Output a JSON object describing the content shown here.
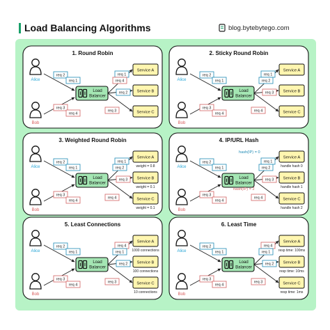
{
  "header": {
    "title": "Load Balancing Algorithms",
    "site": "blog.bytebytego.com",
    "logo_icon": "notebook-icon",
    "accent_color": "#1aa06a"
  },
  "colors": {
    "panel_bg": "#b7f3c6",
    "card_bg": "#ffffff",
    "lb_fill": "#a4e6b3",
    "service_fill": "#fff6b0",
    "req_blue": "#1f8bb5",
    "req_red": "#d26262",
    "user_blue": "#28a6d6",
    "user_red": "#d85b5b"
  },
  "common": {
    "users": [
      "Alice",
      "Bob"
    ],
    "lb_label": [
      "Load",
      "Balancer"
    ],
    "services": [
      "Service A",
      "Service B",
      "Service C"
    ]
  },
  "panels": [
    {
      "title": "1. Round Robin",
      "requests_in": [
        "req 2",
        "req 1",
        "req 3",
        "req 4"
      ],
      "requests_out": [
        "req 1",
        "req 4",
        "req 2",
        "req 3"
      ],
      "service_notes": [],
      "extras": []
    },
    {
      "title": "2. Sticky Round Robin",
      "requests_in": [
        "req 2",
        "req 1",
        "req 3",
        "req 4"
      ],
      "requests_out": [
        "req 1",
        "req 2",
        "req 3",
        "req 4"
      ],
      "service_notes": [],
      "extras": []
    },
    {
      "title": "3. Weighted Round Robin",
      "requests_in": [
        "req 2",
        "req 1",
        "req 3",
        "req 4"
      ],
      "requests_out": [
        "req 1",
        "req 2",
        "req 3",
        "req 4"
      ],
      "service_notes": [
        "weight = 0.8",
        "weight = 0.1",
        "weight = 0.1"
      ],
      "extras": []
    },
    {
      "title": "4. IP/URL Hash",
      "requests_in": [
        "req 2",
        "req 1",
        "req 3",
        "req 4"
      ],
      "requests_out": [
        "req 1",
        "req 2",
        "req 3",
        "req 4"
      ],
      "service_notes": [
        "handle hash 0",
        "handle hash 1",
        "handle hash 2"
      ],
      "extras": [
        "hash(IP) = 0",
        "hash(IP) = 2"
      ]
    },
    {
      "title": "5. Least Connections",
      "requests_in": [
        "req 2",
        "req 1",
        "req 3",
        "req 4"
      ],
      "requests_out": [
        "req 4",
        "req 1",
        "req 2",
        "req 3"
      ],
      "service_notes": [
        "1000 connections",
        "100 connections",
        "10 connections"
      ],
      "extras": []
    },
    {
      "title": "6. Least Time",
      "requests_in": [
        "req 2",
        "req 1",
        "req 3",
        "req 4"
      ],
      "requests_out": [
        "req 4",
        "req 1",
        "req 2",
        "req 3"
      ],
      "service_notes": [
        "resp time: 100ms",
        "resp time: 10ms",
        "resp time: 1ms"
      ],
      "extras": []
    }
  ]
}
